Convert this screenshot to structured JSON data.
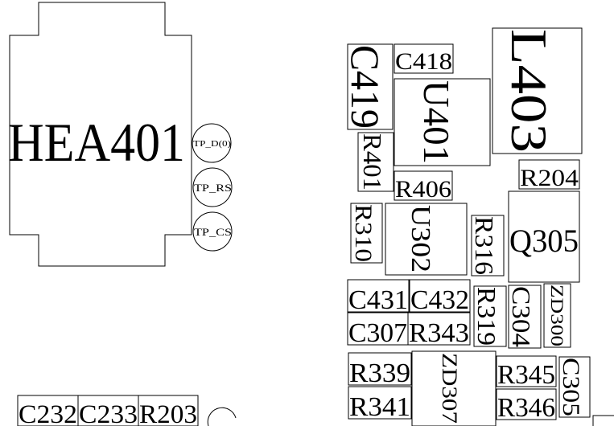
{
  "heatsink": {
    "label": "HEA401"
  },
  "test_points": [
    {
      "label": "TP_D(0)"
    },
    {
      "label": "TP_RS"
    },
    {
      "label": "TP_CS"
    }
  ],
  "components": {
    "C418": "C418",
    "C419": "C419",
    "U401": "U401",
    "L403": "L403",
    "R401": "R401",
    "R406": "R406",
    "R204": "R204",
    "R310": "R310",
    "U302": "U302",
    "R316": "R316",
    "Q305": "Q305",
    "C431": "C431",
    "C432": "C432",
    "R319": "R319",
    "C304": "C304",
    "ZD300": "ZD300",
    "C307": "C307",
    "R343": "R343",
    "R339": "R339",
    "ZD307": "ZD307",
    "R345": "R345",
    "C305": "C305",
    "R341": "R341",
    "R346": "R346",
    "C232": "C232",
    "C233": "C233",
    "R203": "R203"
  }
}
